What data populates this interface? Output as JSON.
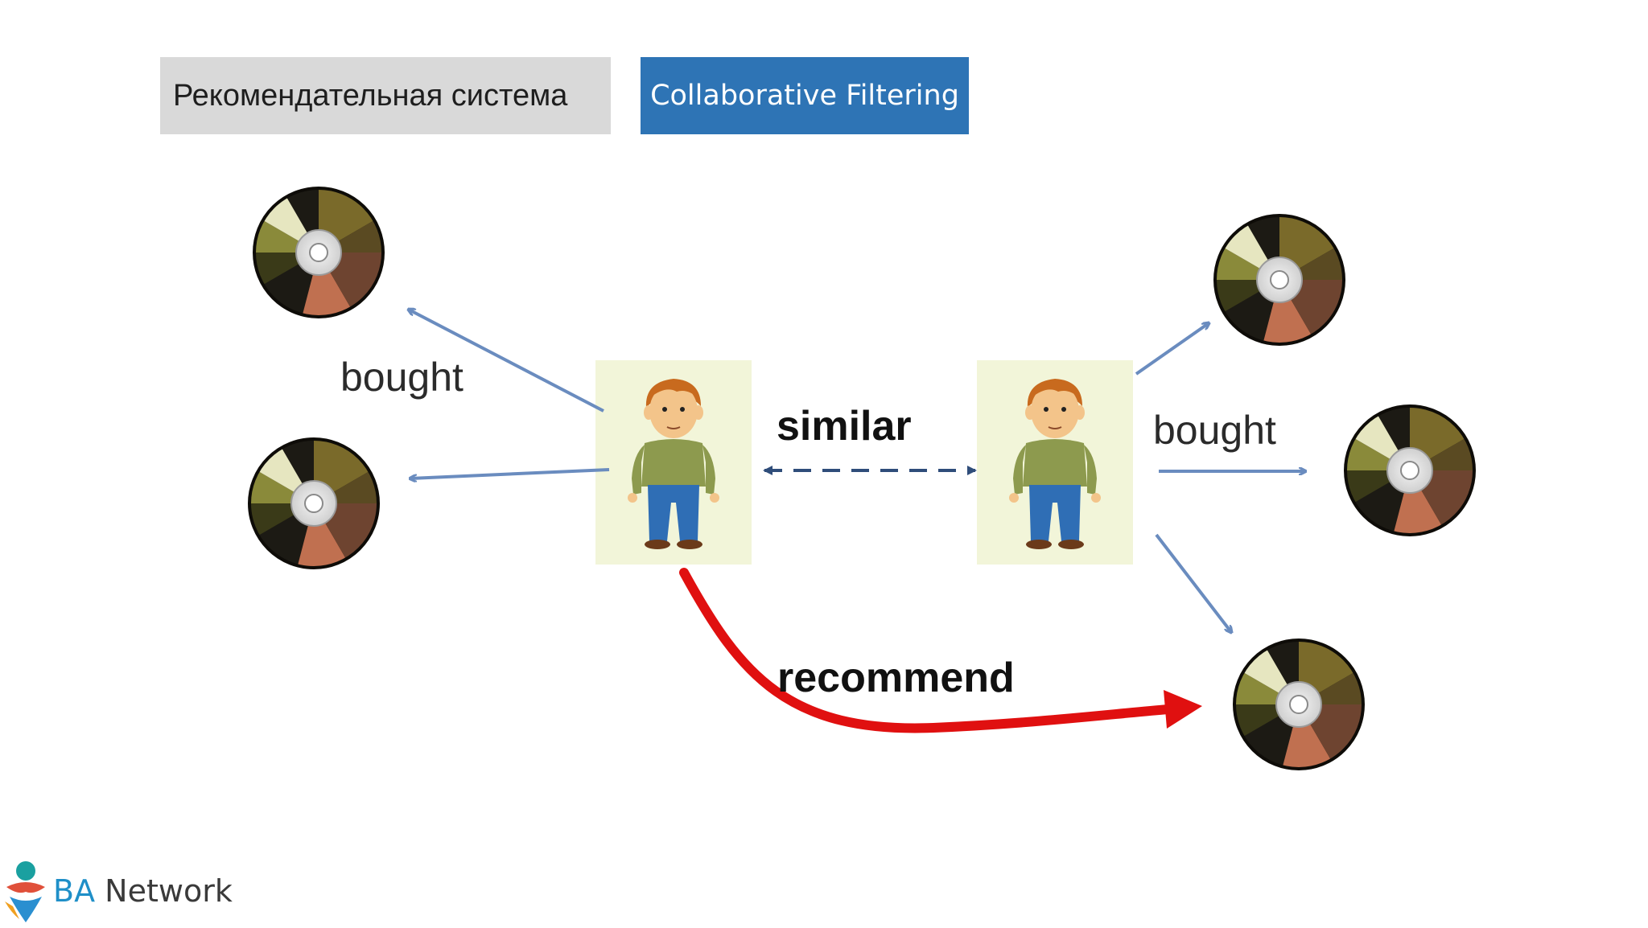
{
  "tabs": {
    "left_label": "Рекомендательная система",
    "right_label": "Collaborative Filtering"
  },
  "labels": {
    "bought_left": "bought",
    "bought_right": "bought",
    "similar": "similar",
    "recommend": "recommend"
  },
  "logo": {
    "ba": "BA",
    "network": "Network"
  },
  "colors": {
    "tab_gray": "#d9d9d9",
    "tab_blue": "#2e74b5",
    "arrow_blue": "#6a8cbf",
    "arrow_red": "#e01010",
    "person_bg": "#f2f5d9"
  },
  "icons": [
    "disc-icon",
    "person-icon",
    "logo-icon"
  ]
}
